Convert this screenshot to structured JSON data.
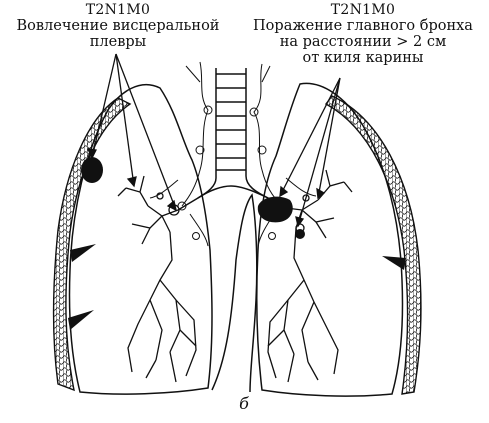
{
  "left_label": {
    "stage": "T2N1M0",
    "lines": [
      "Вовлечение висцеральной",
      "плевры"
    ]
  },
  "right_label": {
    "stage": "T2N1M0",
    "lines": [
      "Поражение главного бронха",
      "на расстоянии > 2 см",
      "от киля карины"
    ]
  },
  "caption": "б",
  "colors": {
    "ink": "#111111",
    "background": "#ffffff"
  }
}
